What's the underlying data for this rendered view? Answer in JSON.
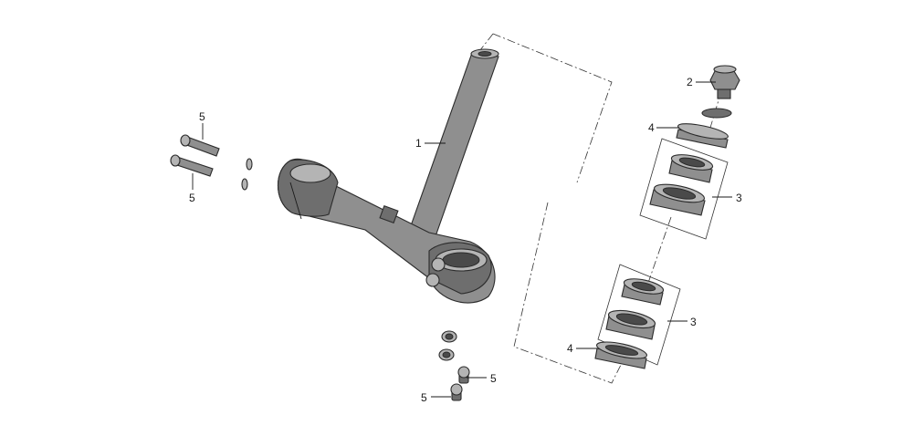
{
  "callouts": {
    "steering_stem": "1",
    "stem_nut": "2",
    "bearing_upper": "3",
    "bearing_lower": "3",
    "seal_upper": "4",
    "seal_lower": "4",
    "pinch_bolt_upper": "5",
    "pinch_bolt_lower": "5",
    "bottom_bolt_right": "5",
    "bottom_bolt_left": "5"
  }
}
